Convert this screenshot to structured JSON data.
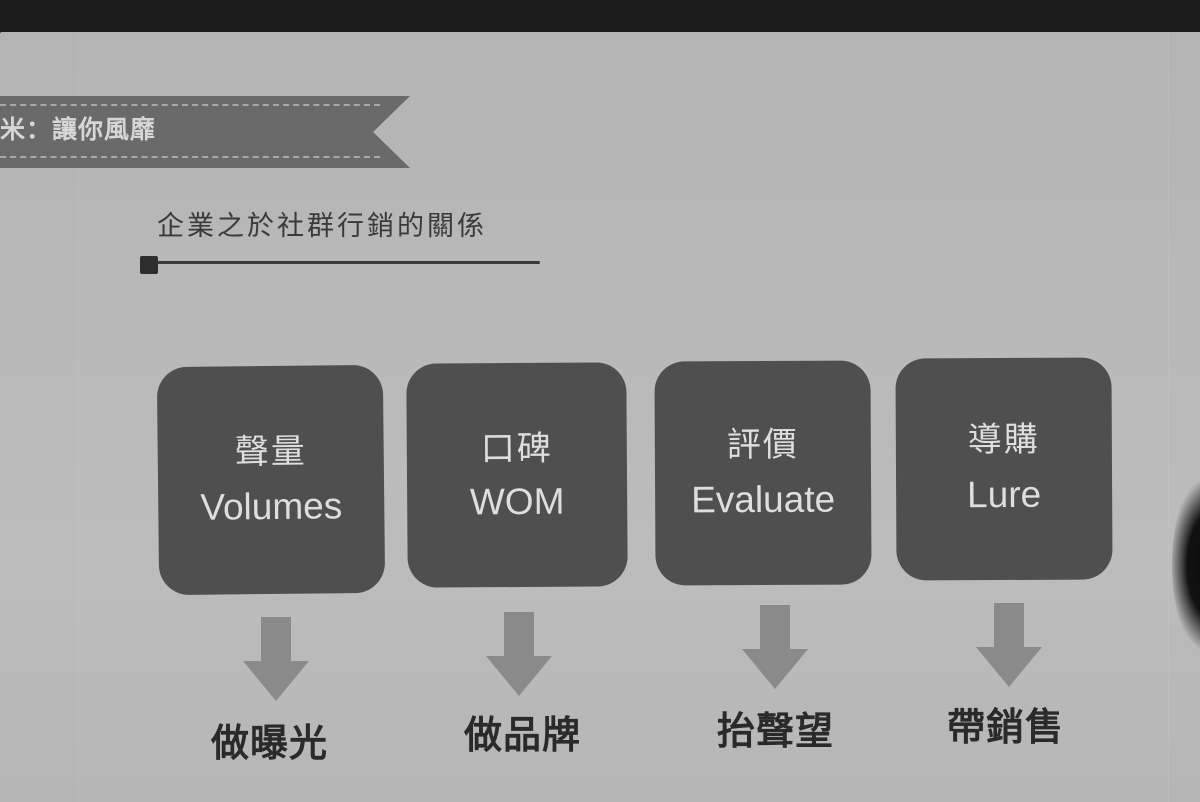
{
  "slide": {
    "banner": {
      "text": "米：讓你風靡"
    },
    "heading": "企業之於社群行銷的關係",
    "boxes": [
      {
        "zh": "聲量",
        "en": "Volumes",
        "result": "做曝光"
      },
      {
        "zh": "口碑",
        "en": "WOM",
        "result": "做品牌"
      },
      {
        "zh": "評價",
        "en": "Evaluate",
        "result": "抬聲望"
      },
      {
        "zh": "導購",
        "en": "Lure",
        "result": "帶銷售"
      }
    ],
    "icons": {
      "arrow": "arrow-down-icon"
    },
    "colors": {
      "box": "#4f4f4f",
      "box_text": "#dedede",
      "arrow": "#8a8a8a",
      "banner": "#6a6a6a",
      "background": "#b8b8b8",
      "result_text": "#2a2a2a"
    }
  }
}
